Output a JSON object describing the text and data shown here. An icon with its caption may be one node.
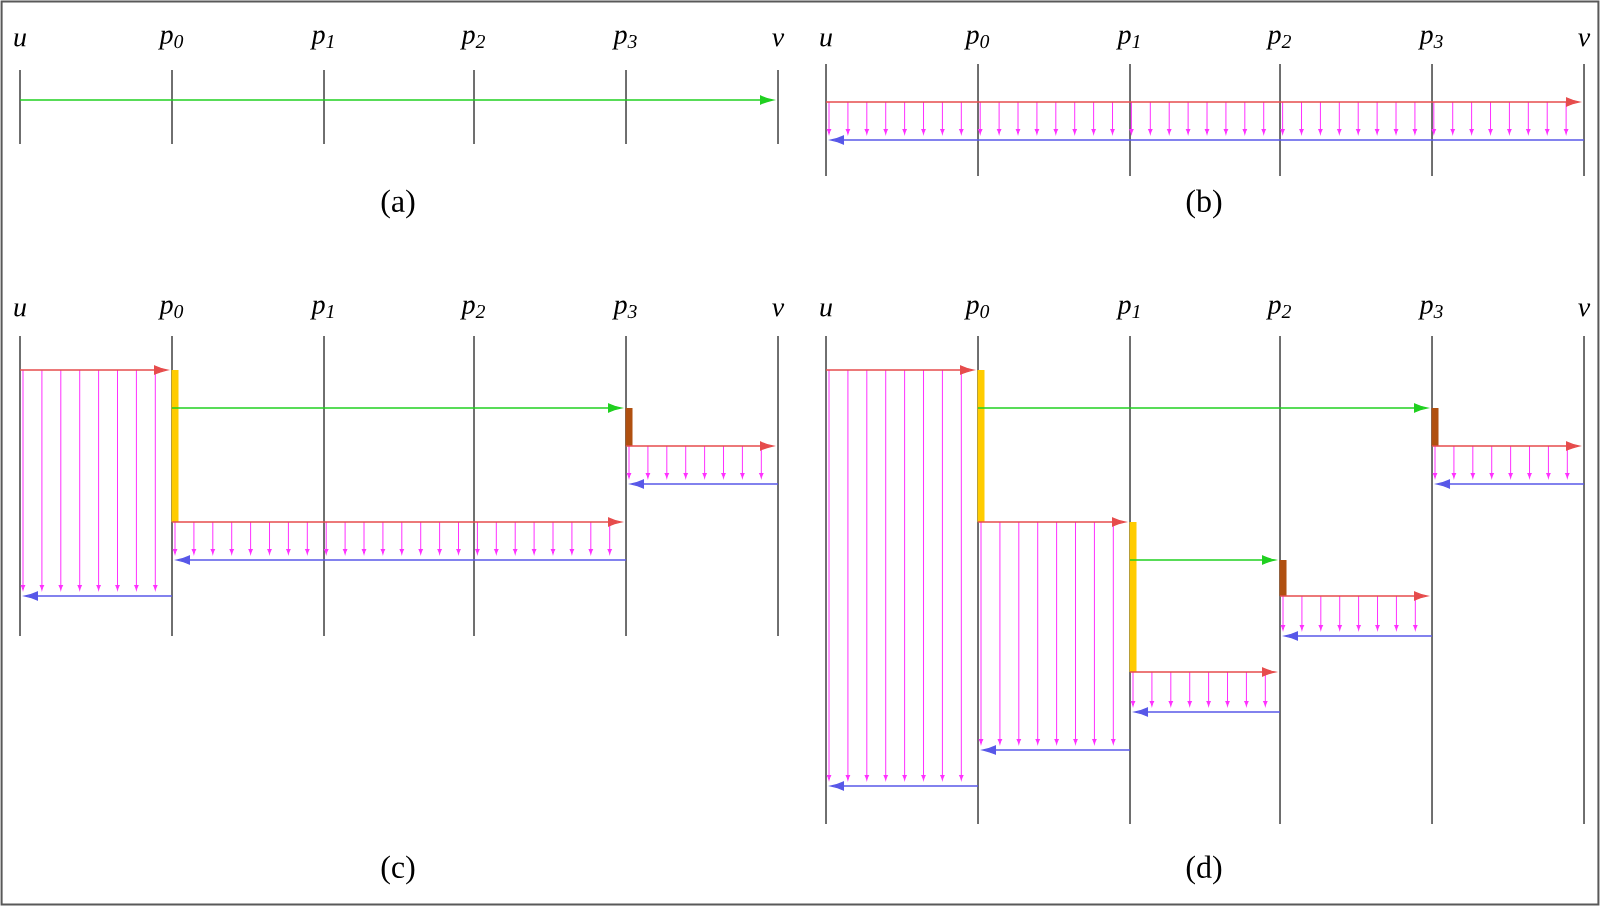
{
  "diagram": {
    "labels": [
      "u",
      "p$_{0}$",
      "p$_{1}$",
      "p$_{2}$",
      "p$_{3}$",
      "v",
      "u",
      "p$_{0}$",
      "p$_{1}$",
      "p$_{2}$",
      "p$_{3}$",
      "v",
      "(a)",
      "(b)",
      "u",
      "p$_{0}$",
      "p$_{1}$",
      "p$_{2}$",
      "p$_{3}$",
      "v",
      "u",
      "p$_{0}$",
      "p$_{1}$",
      "p$_{2}$",
      "p$_{3}$",
      "v",
      "(c)",
      "(d)"
    ]
  }
}
